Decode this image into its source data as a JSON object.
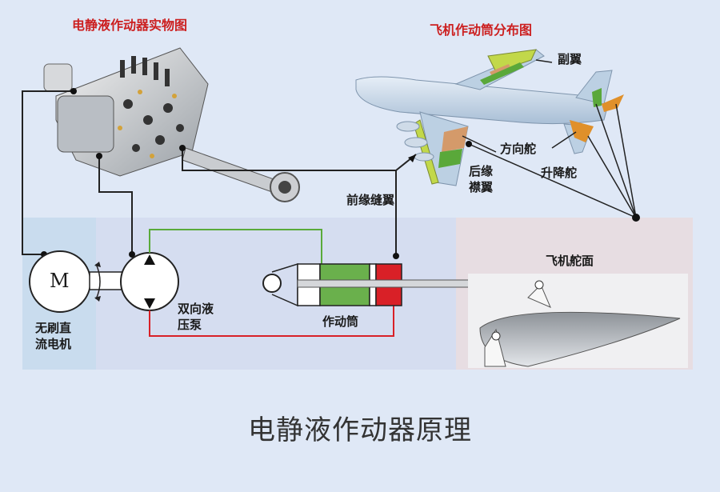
{
  "titles": {
    "photo_title": "电静液作动器实物图",
    "plane_title": "飞机作动筒分布图"
  },
  "labels": {
    "aileron": "副翼",
    "rudder": "方向舵",
    "elevator": "升降舵",
    "trailing_flap": "后缘\n襟翼",
    "leading_slat": "前缘缝翼",
    "control_surface": "飞机舵面",
    "motor_symbol": "M",
    "motor": "无刷直\n流电机",
    "pump": "双向液\n压泵",
    "actuator": "作动筒"
  },
  "caption": "电静液作动器原理",
  "colors": {
    "photo_title": "#cc1f1f",
    "plane_title": "#cc1f1f",
    "motor_panel": "#c9dcee",
    "mid_panel": "#d5ddf0",
    "surface_panel": "#e7dde2",
    "cylinder_green": "#6ab04c",
    "cylinder_red": "#d92027",
    "green_line": "#5aaa3a",
    "red_line": "#d92027"
  }
}
